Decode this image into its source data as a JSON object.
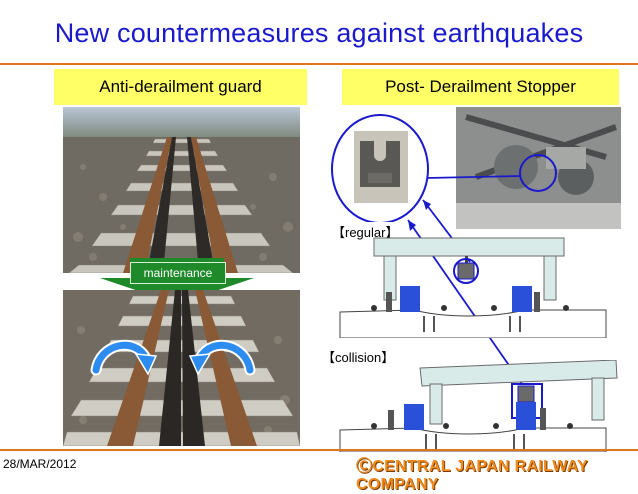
{
  "slide": {
    "title": "New countermeasures against earthquakes",
    "left_heading": "Anti-derailment guard",
    "right_heading": "Post- Derailment Stopper",
    "maintenance_label": "maintenance",
    "regular_label": "【regular】",
    "collision_label": "【collision】",
    "date": "28/MAR/2012",
    "company": "ⒸCENTRAL JAPAN RAILWAY COMPANY"
  },
  "colors": {
    "title": "#1a1acc",
    "rule": "#e0761e",
    "banner": "#ffff66",
    "arrow_green": "#1f8a2a",
    "curved_arrow": "#2d8cf0",
    "connector": "#1a1acc",
    "company": "#f08a1c"
  },
  "icons": {
    "down_arrow": "down-arrow-icon",
    "curved_arrow_right": "curved-arrow-right-icon",
    "curved_arrow_left": "curved-arrow-left-icon"
  }
}
